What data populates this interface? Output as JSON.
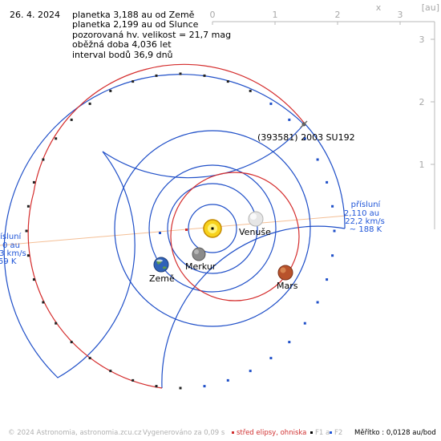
{
  "date": "26. 4. 2024",
  "info": [
    "planetka 3,188 au od Země",
    "planetka 2,199 au od Slunce",
    "pozorovaná hv. velikost = 21,7 mag",
    "oběžná doba 4,036 let",
    "interval bodů 36,9 dnů"
  ],
  "axes": {
    "top_ticks": [
      "0",
      "1",
      "2",
      "3"
    ],
    "right_ticks": [
      "3",
      "2",
      "1"
    ],
    "x_label": "x",
    "unit_label": "[au]"
  },
  "asteroid_label": "(393581) 2003 SU192",
  "planets": {
    "venus": "Venuše",
    "mercury": "Merkur",
    "earth": "Země",
    "mars": "Mars"
  },
  "perihelion_right": [
    "přísluní",
    "2,110 au",
    "22,2 km/s",
    "~ 188 K"
  ],
  "perihelion_left": [
    "řísluní",
    "0 au",
    "3 km/s",
    "59 K"
  ],
  "footer": {
    "copyright": "© 2024 Astronomia, astronomia.zcu.cz",
    "generated": "Vygenerováno za 0,09 s",
    "center_legend": "střed elipsy, ohniska",
    "f1": "F1 a",
    "f2": "F2",
    "scale": "Měřítko : 0,0128 au/bod"
  },
  "colors": {
    "planet_orbit": "#1f4fc8",
    "asteroid_orbit": "#d42c2c",
    "apsis_line": "#f4bf96",
    "axis": "#b8b8b8",
    "text_blue": "#1f55d8"
  }
}
